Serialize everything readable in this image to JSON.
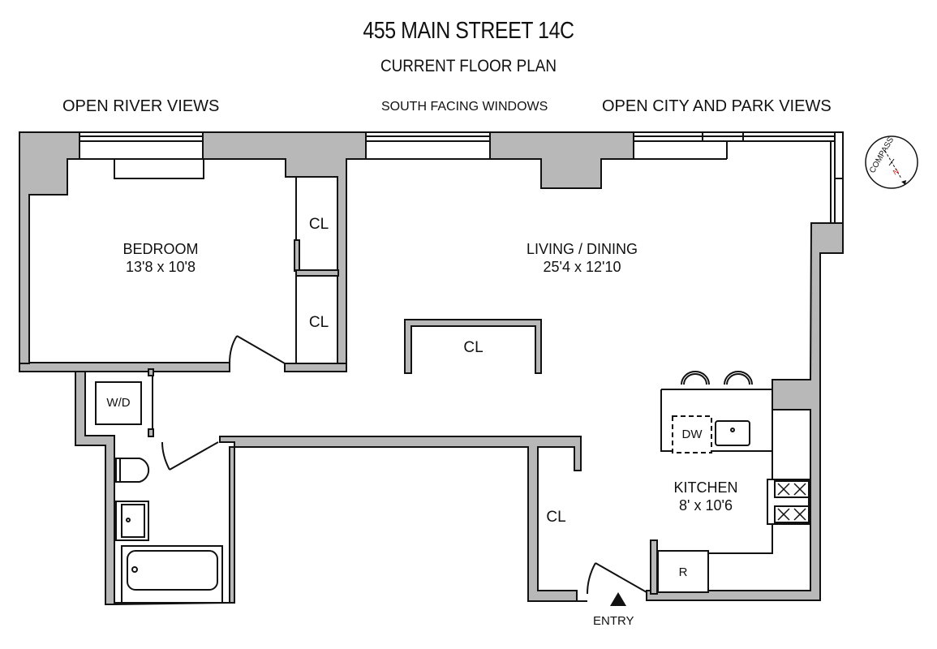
{
  "header": {
    "title": "455 MAIN STREET 14C",
    "subtitle": "CURRENT FLOOR PLAN"
  },
  "views": {
    "left": "OPEN RIVER VIEWS",
    "center": "SOUTH FACING WINDOWS",
    "right": "OPEN CITY AND PARK VIEWS"
  },
  "rooms": {
    "bedroom": {
      "name": "BEDROOM",
      "dimensions": "13'8 x 10'8"
    },
    "living": {
      "name": "LIVING / DINING",
      "dimensions": "25'4 x 12'10"
    },
    "kitchen": {
      "name": "KITCHEN",
      "dimensions": "8' x 10'6"
    }
  },
  "closets": {
    "bedroom_closet_1": "CL",
    "bedroom_closet_2": "CL",
    "living_closet": "CL",
    "entry_closet": "CL"
  },
  "fixtures": {
    "washer_dryer": "W/D",
    "dishwasher": "DW",
    "refrigerator": "R"
  },
  "entry": {
    "label": "ENTRY"
  },
  "compass": {
    "label": "COMPASS",
    "north": "N",
    "north_color": "#d42020"
  },
  "colors": {
    "wall_fill": "#b8b8b8",
    "line": "#111111",
    "background": "#ffffff"
  }
}
